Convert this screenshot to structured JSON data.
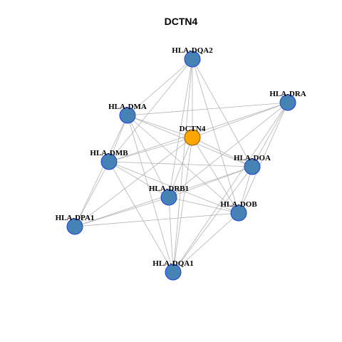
{
  "title": "DCTN4",
  "colors": {
    "focus_node_fill": "#FFA500",
    "focus_node_stroke": "#8B5A00",
    "node_fill": "#4682B4",
    "node_stroke": "#1C3FE0",
    "edge": "#B4B4B4"
  },
  "nodes": [
    {
      "id": "HLA-DQA2",
      "focus": false
    },
    {
      "id": "HLA-DRA",
      "focus": false
    },
    {
      "id": "HLA-DMA",
      "focus": false
    },
    {
      "id": "DCTN4",
      "focus": true
    },
    {
      "id": "HLA-DMB",
      "focus": false
    },
    {
      "id": "HLA-DOA",
      "focus": false
    },
    {
      "id": "HLA-DRB1",
      "focus": false
    },
    {
      "id": "HLA-DOB",
      "focus": false
    },
    {
      "id": "HLA-DPA1",
      "focus": false
    },
    {
      "id": "HLA-DQA1",
      "focus": false
    }
  ],
  "edges": [
    [
      "HLA-DQA2",
      "HLA-DMA"
    ],
    [
      "HLA-DQA2",
      "HLA-DMB"
    ],
    [
      "HLA-DQA2",
      "DCTN4"
    ],
    [
      "HLA-DQA2",
      "HLA-DOA"
    ],
    [
      "HLA-DQA2",
      "HLA-DRB1"
    ],
    [
      "HLA-DQA2",
      "HLA-DOB"
    ],
    [
      "HLA-DQA2",
      "HLA-DQA1"
    ],
    [
      "HLA-DRA",
      "HLA-DMA"
    ],
    [
      "HLA-DRA",
      "HLA-DMB"
    ],
    [
      "HLA-DRA",
      "DCTN4"
    ],
    [
      "HLA-DRA",
      "HLA-DOA"
    ],
    [
      "HLA-DRA",
      "HLA-DRB1"
    ],
    [
      "HLA-DRA",
      "HLA-DOB"
    ],
    [
      "HLA-DRA",
      "HLA-DQA1"
    ],
    [
      "HLA-DMA",
      "HLA-DMB"
    ],
    [
      "HLA-DMA",
      "DCTN4"
    ],
    [
      "HLA-DMA",
      "HLA-DOA"
    ],
    [
      "HLA-DMA",
      "HLA-DRB1"
    ],
    [
      "HLA-DMA",
      "HLA-DOB"
    ],
    [
      "HLA-DMA",
      "HLA-DPA1"
    ],
    [
      "HLA-DMA",
      "HLA-DQA1"
    ],
    [
      "DCTN4",
      "HLA-DMB"
    ],
    [
      "DCTN4",
      "HLA-DOA"
    ],
    [
      "DCTN4",
      "HLA-DRB1"
    ],
    [
      "DCTN4",
      "HLA-DOB"
    ],
    [
      "DCTN4",
      "HLA-DPA1"
    ],
    [
      "DCTN4",
      "HLA-DQA1"
    ],
    [
      "HLA-DMB",
      "HLA-DOA"
    ],
    [
      "HLA-DMB",
      "HLA-DRB1"
    ],
    [
      "HLA-DMB",
      "HLA-DOB"
    ],
    [
      "HLA-DMB",
      "HLA-DPA1"
    ],
    [
      "HLA-DMB",
      "HLA-DQA1"
    ],
    [
      "HLA-DOA",
      "HLA-DRB1"
    ],
    [
      "HLA-DOA",
      "HLA-DOB"
    ],
    [
      "HLA-DOA",
      "HLA-DPA1"
    ],
    [
      "HLA-DOA",
      "HLA-DQA1"
    ],
    [
      "HLA-DRB1",
      "HLA-DOB"
    ],
    [
      "HLA-DRB1",
      "HLA-DPA1"
    ],
    [
      "HLA-DRB1",
      "HLA-DQA1"
    ],
    [
      "HLA-DOB",
      "HLA-DPA1"
    ],
    [
      "HLA-DOB",
      "HLA-DQA1"
    ]
  ]
}
